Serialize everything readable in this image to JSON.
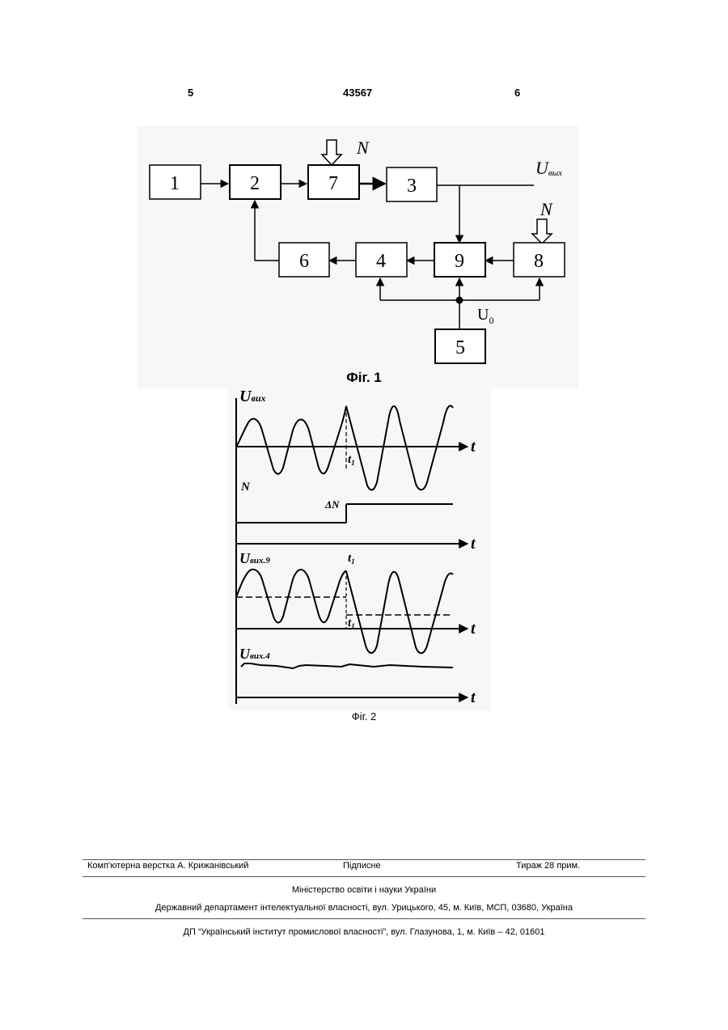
{
  "header": {
    "left_page": "5",
    "patent_number": "43567",
    "right_page": "6"
  },
  "figure1": {
    "caption": "Фіг. 1",
    "blocks": [
      "1",
      "2",
      "7",
      "3",
      "6",
      "4",
      "9",
      "8",
      "5"
    ],
    "label_n_top": "N",
    "label_n_right": "N",
    "label_output_main": "U",
    "label_output_sub": "вых",
    "label_u0_main": "U",
    "label_u0_sub": "0"
  },
  "figure2": {
    "caption": "Фіг. 2",
    "label_uvux": "U",
    "label_uvux_sub": "вих",
    "label_t": "t",
    "label_t1": "t",
    "label_t1_sub": "1",
    "label_n": "N",
    "label_delta_n": "ΔN",
    "label_uvux9_sub": "вих.9",
    "label_uvux4_sub": "вих.4"
  },
  "footer": {
    "layout": "Комп'ютерна верстка А. Крижанівський",
    "signed": "Підписне",
    "circulation": "Тираж 28 прим.",
    "ministry": "Міністерство освіти і науки України",
    "department": "Державний департамент інтелектуальної власності, вул. Урицького, 45, м. Київ, МСП, 03680, Україна",
    "institute": "ДП “Український інститут промислової власності”, вул. Глазунова, 1, м. Київ – 42, 01601"
  }
}
